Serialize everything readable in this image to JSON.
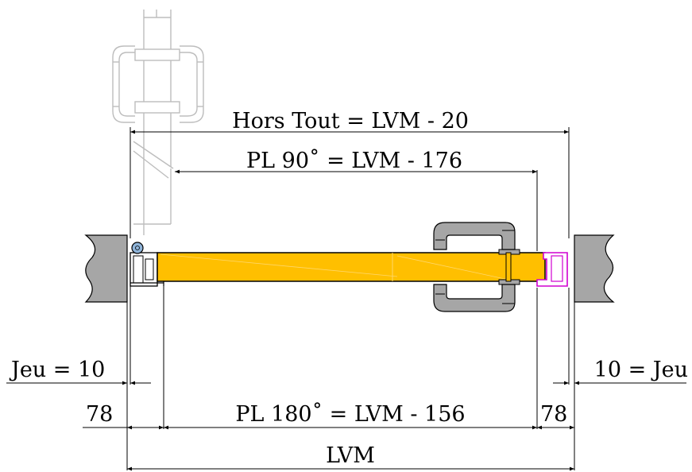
{
  "labels": {
    "hors_tout": "Hors Tout = LVM - 20",
    "pl90": "PL 90˚ = LVM - 176",
    "jeu_left": "Jeu = 10",
    "jeu_right": "10 = Jeu",
    "dim78_left": "78",
    "dim78_right": "78",
    "pl180": "PL 180˚ = LVM - 156",
    "lvm": "LVM"
  },
  "colors": {
    "door_leaf": "#ffbf00",
    "wall": "#a6a6a6",
    "frame_right": "#d000d0",
    "handle": "#a6a6a6",
    "ghost_lines": "#bdbdbd",
    "hinge": "#8fb4d9"
  }
}
